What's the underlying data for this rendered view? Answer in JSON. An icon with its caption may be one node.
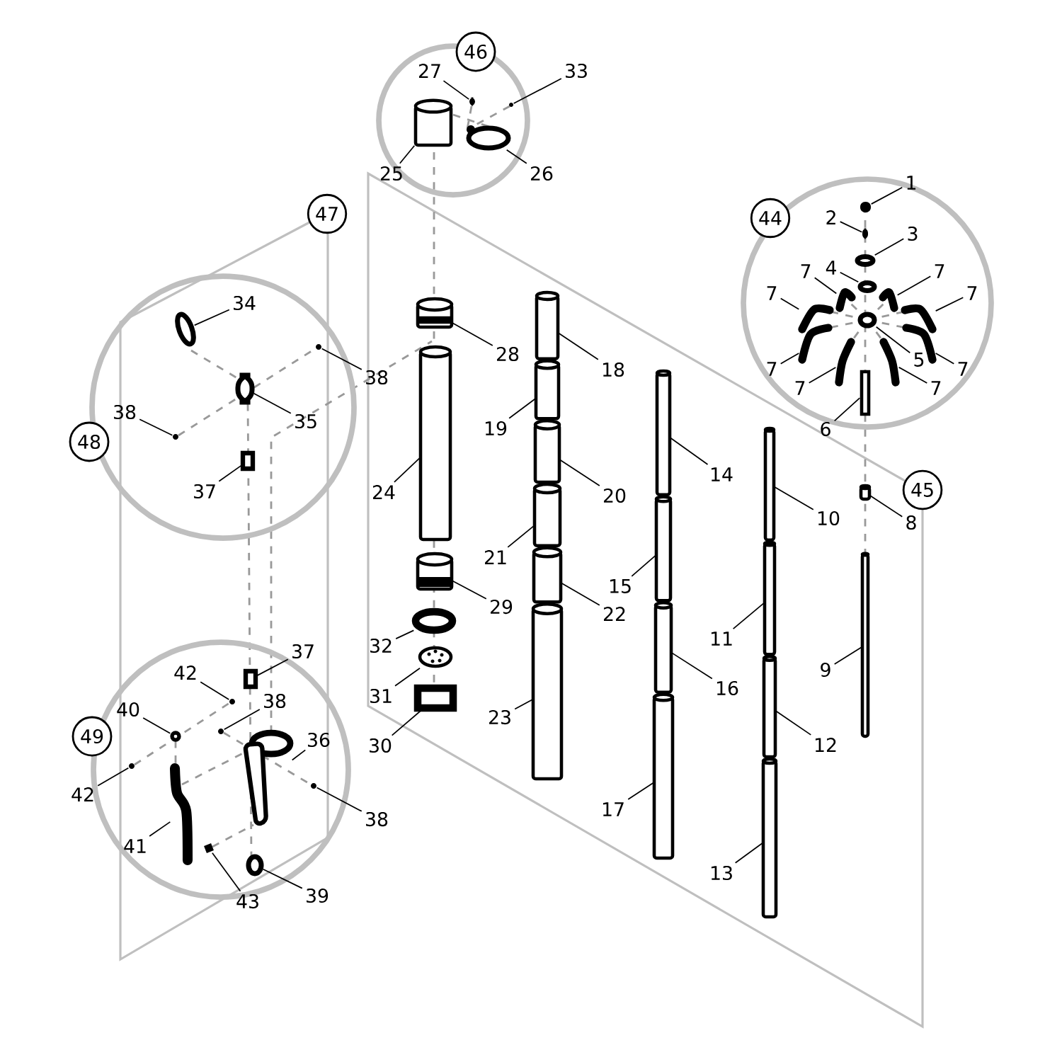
{
  "diagram": {
    "nodes": [
      {
        "text": [],
        "shape": "circle"
      },
      {
        "text": [
          "27"
        ],
        "in": 0
      },
      {
        "text": [
          "33"
        ]
      },
      {
        "text": [
          "25"
        ],
        "in": 0
      },
      {
        "text": [
          "26"
        ]
      },
      {
        "text": [],
        "shape": "circle"
      },
      {
        "text": [
          "1"
        ]
      },
      {
        "text": [
          "2"
        ],
        "in": 5
      },
      {
        "text": [
          "3"
        ],
        "in": 5
      },
      {
        "text": [
          "7"
        ],
        "in": 5
      },
      {
        "text": [
          "4"
        ],
        "in": 5
      },
      {
        "text": [
          "7"
        ],
        "in": 5
      },
      {
        "text": [
          "7"
        ],
        "in": 5
      },
      {
        "text": [
          "7"
        ],
        "in": 5
      },
      {
        "text": [
          "5"
        ],
        "in": 5
      },
      {
        "text": [
          "7"
        ],
        "in": 5
      },
      {
        "text": [
          "7"
        ],
        "in": 5
      },
      {
        "text": [
          "7"
        ],
        "in": 5
      },
      {
        "text": [
          "7"
        ],
        "in": 5
      },
      {
        "text": [
          "6"
        ]
      },
      {
        "text": [
          "47"
        ]
      },
      {
        "text": [],
        "shape": "circle"
      },
      {
        "text": [
          "34"
        ],
        "in": 21
      },
      {
        "text": [
          "38"
        ]
      },
      {
        "text": [
          "38"
        ],
        "in": 21
      },
      {
        "text": [
          "35"
        ],
        "in": 21
      },
      {
        "text": [
          "37"
        ],
        "in": 21
      },
      {
        "text": [
          "28"
        ]
      },
      {
        "text": [
          "18"
        ]
      },
      {
        "text": [
          "19"
        ]
      },
      {
        "text": [
          "14"
        ]
      },
      {
        "text": [
          "45"
        ]
      },
      {
        "text": [
          "24"
        ]
      },
      {
        "text": [
          "20"
        ]
      },
      {
        "text": [
          "10"
        ]
      },
      {
        "text": [
          "8"
        ]
      },
      {
        "text": [
          "21"
        ]
      },
      {
        "text": [
          "15"
        ]
      },
      {
        "text": [
          "29"
        ]
      },
      {
        "text": [
          "22"
        ]
      },
      {
        "text": [
          "11"
        ]
      },
      {
        "text": [
          "32"
        ]
      },
      {
        "text": [
          "9"
        ]
      },
      {
        "text": [
          "16"
        ]
      },
      {
        "text": [
          "31"
        ]
      },
      {
        "text": [
          "23"
        ]
      },
      {
        "text": [
          "30"
        ]
      },
      {
        "text": [
          "12"
        ]
      },
      {
        "text": [
          "17"
        ]
      },
      {
        "text": [
          "13"
        ]
      },
      {
        "text": [],
        "shape": "circle"
      },
      {
        "text": [
          "37"
        ]
      },
      {
        "text": [
          "42"
        ],
        "in": 50
      },
      {
        "text": [
          "38"
        ],
        "in": 50
      },
      {
        "text": [
          "40"
        ],
        "in": 50
      },
      {
        "text": [
          "36"
        ],
        "in": 50
      },
      {
        "text": [
          "42"
        ]
      },
      {
        "text": [
          "38"
        ]
      },
      {
        "text": [
          "41"
        ],
        "in": 50
      },
      {
        "text": [
          "43"
        ]
      },
      {
        "text": [
          "39"
        ]
      },
      {
        "text": [
          "46"
        ]
      },
      {
        "text": [
          "44"
        ]
      },
      {
        "text": [
          "48"
        ]
      },
      {
        "text": [
          "49"
        ]
      },
      {
        "text": [],
        "shape": "box",
        "in": 0
      },
      {
        "text": [],
        "shape": "circle",
        "in": 0
      },
      {
        "text": [],
        "shape": "box",
        "in": 0
      },
      {
        "text": [],
        "shape": "circle",
        "in": 0
      },
      {
        "text": [],
        "shape": "circle",
        "in": 5
      },
      {
        "text": [],
        "shape": "box",
        "in": 5
      },
      {
        "text": [],
        "shape": "circle",
        "in": 5
      },
      {
        "text": [],
        "shape": "picture",
        "in": 5
      },
      {
        "text": [],
        "shape": "circle",
        "in": 5
      },
      {
        "text": [],
        "shape": "picture",
        "in": 5
      },
      {
        "text": [],
        "shape": "picture",
        "in": 5
      },
      {
        "text": [],
        "shape": "picture",
        "in": 5
      },
      {
        "text": [],
        "shape": "circle",
        "in": 5
      },
      {
        "text": [],
        "shape": "picture",
        "in": 5
      },
      {
        "text": [],
        "shape": "picture",
        "in": 5
      },
      {
        "text": [],
        "shape": "picture",
        "in": 5
      },
      {
        "text": [],
        "shape": "picture",
        "in": 5
      },
      {
        "text": [],
        "shape": "box",
        "in": 5
      },
      {
        "text": [],
        "shape": "circle",
        "in": 21
      },
      {
        "text": [],
        "shape": "circle",
        "in": 21
      },
      {
        "text": [],
        "shape": "circle",
        "in": 21
      },
      {
        "text": [],
        "shape": "box",
        "in": 21
      },
      {
        "text": [],
        "shape": "box",
        "in": 21
      },
      {
        "text": [],
        "shape": "picture"
      },
      {
        "text": [],
        "shape": "box"
      },
      {
        "text": [],
        "shape": "box"
      },
      {
        "text": [],
        "shape": "box"
      },
      {
        "text": [],
        "shape": "box"
      },
      {
        "text": [],
        "shape": "box"
      },
      {
        "text": [],
        "shape": "box"
      },
      {
        "text": [],
        "shape": "box"
      },
      {
        "text": [],
        "shape": "box"
      },
      {
        "text": [],
        "shape": "box"
      },
      {
        "text": [],
        "shape": "picture"
      },
      {
        "text": [],
        "shape": "box"
      },
      {
        "text": [],
        "shape": "box"
      },
      {
        "text": [],
        "shape": "circle"
      },
      {
        "text": [],
        "shape": "box"
      },
      {
        "text": [],
        "shape": "box"
      },
      {
        "text": [],
        "shape": "picture"
      },
      {
        "text": [],
        "shape": "box"
      },
      {
        "text": [],
        "shape": "box"
      },
      {
        "text": [],
        "shape": "box"
      },
      {
        "text": [],
        "shape": "box"
      },
      {
        "text": [],
        "shape": "box"
      },
      {
        "text": [],
        "shape": "box",
        "in": 50
      },
      {
        "text": [],
        "shape": "circle",
        "in": 50
      },
      {
        "text": [],
        "shape": "circle",
        "in": 50
      },
      {
        "text": [],
        "shape": "circle",
        "in": 50
      },
      {
        "text": [],
        "shape": "picture",
        "in": 50
      },
      {
        "text": [],
        "shape": "circle",
        "in": 50
      },
      {
        "text": [],
        "shape": "circle",
        "in": 50
      },
      {
        "text": [],
        "shape": "picture",
        "in": 50
      },
      {
        "text": [],
        "shape": "picture",
        "in": 50
      },
      {
        "text": [],
        "shape": "circle",
        "in": 50
      }
    ],
    "edges": [
      {
        "from": 1,
        "to": 65,
        "arrow": "none"
      },
      {
        "from": 2,
        "to": 66,
        "arrow": "none"
      },
      {
        "from": 3,
        "to": 67,
        "arrow": "none"
      },
      {
        "from": 4,
        "to": 68,
        "arrow": "none"
      },
      {
        "from": 6,
        "to": 69,
        "arrow": "none"
      },
      {
        "from": 7,
        "to": 70,
        "arrow": "none"
      },
      {
        "from": 8,
        "to": 71,
        "arrow": "none"
      },
      {
        "from": 9,
        "to": 72,
        "arrow": "none"
      },
      {
        "from": 10,
        "to": 73,
        "arrow": "none"
      },
      {
        "from": 11,
        "to": 74,
        "arrow": "none"
      },
      {
        "from": 12,
        "to": 75,
        "arrow": "none"
      },
      {
        "from": 13,
        "to": 76,
        "arrow": "none"
      },
      {
        "from": 14,
        "to": 77,
        "arrow": "none"
      },
      {
        "from": 15,
        "to": 78,
        "arrow": "none"
      },
      {
        "from": 16,
        "to": 79,
        "arrow": "none"
      },
      {
        "from": 17,
        "to": 80,
        "arrow": "none"
      },
      {
        "from": 18,
        "to": 81,
        "arrow": "none"
      },
      {
        "from": 19,
        "to": 82,
        "arrow": "none"
      },
      {
        "from": 22,
        "to": 83,
        "arrow": "none"
      },
      {
        "from": 23,
        "to": 84,
        "arrow": "none"
      },
      {
        "from": 24,
        "to": 85,
        "arrow": "none"
      },
      {
        "from": 25,
        "to": 86,
        "arrow": "none"
      },
      {
        "from": 26,
        "to": 87,
        "arrow": "none"
      },
      {
        "from": 27,
        "to": 88,
        "arrow": "none"
      },
      {
        "from": 28,
        "to": 89,
        "arrow": "none"
      },
      {
        "from": 29,
        "to": 90,
        "arrow": "none"
      },
      {
        "from": 30,
        "to": 91,
        "arrow": "none"
      },
      {
        "from": 32,
        "to": 92,
        "arrow": "none"
      },
      {
        "from": 33,
        "to": 93,
        "arrow": "none"
      },
      {
        "from": 34,
        "to": 94,
        "arrow": "none"
      },
      {
        "from": 35,
        "to": 95,
        "arrow": "none"
      },
      {
        "from": 36,
        "to": 96,
        "arrow": "none"
      },
      {
        "from": 37,
        "to": 97,
        "arrow": "none"
      },
      {
        "from": 38,
        "to": 98,
        "arrow": "none"
      },
      {
        "from": 39,
        "to": 99,
        "arrow": "none"
      },
      {
        "from": 40,
        "to": 100,
        "arrow": "none"
      },
      {
        "from": 41,
        "to": 101,
        "arrow": "none"
      },
      {
        "from": 42,
        "to": 102,
        "arrow": "none"
      },
      {
        "from": 43,
        "to": 103,
        "arrow": "none"
      },
      {
        "from": 44,
        "to": 104,
        "arrow": "none"
      },
      {
        "from": 45,
        "to": 105,
        "arrow": "none"
      },
      {
        "from": 46,
        "to": 106,
        "arrow": "none"
      },
      {
        "from": 47,
        "to": 107,
        "arrow": "none"
      },
      {
        "from": 48,
        "to": 108,
        "arrow": "none"
      },
      {
        "from": 49,
        "to": 109,
        "arrow": "none"
      },
      {
        "from": 51,
        "to": 110,
        "arrow": "none"
      },
      {
        "from": 52,
        "to": 111,
        "arrow": "none"
      },
      {
        "from": 53,
        "to": 112,
        "arrow": "none"
      },
      {
        "from": 54,
        "to": 113,
        "arrow": "none"
      },
      {
        "from": 55,
        "to": 114,
        "arrow": "none"
      },
      {
        "from": 56,
        "to": 115,
        "arrow": "none"
      },
      {
        "from": 57,
        "to": 116,
        "arrow": "none"
      },
      {
        "from": 58,
        "to": 117,
        "arrow": "none"
      },
      {
        "from": 59,
        "to": 118,
        "arrow": "none"
      },
      {
        "from": 60,
        "to": 119,
        "arrow": "none"
      }
    ]
  }
}
